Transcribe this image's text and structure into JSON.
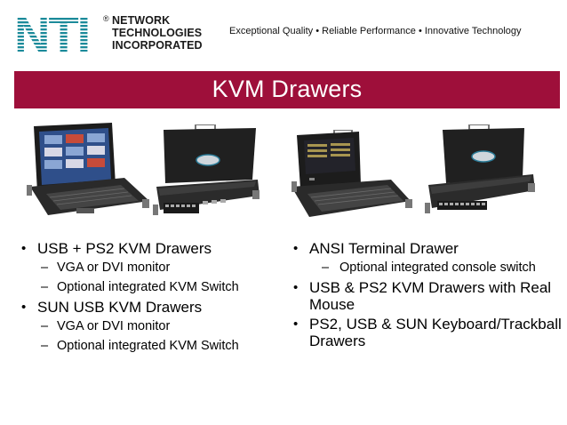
{
  "logo": {
    "mark_text": "NTI",
    "registered": "®",
    "lines": [
      "NETWORK",
      "TECHNOLOGIES",
      "INCORPORATED"
    ]
  },
  "tagline": "Exceptional Quality • Reliable Performance • Innovative Technology",
  "banner": {
    "title": "KVM Drawers"
  },
  "images": [
    "kvm-drawer-open-front-icon",
    "kvm-drawer-rear-icon",
    "terminal-drawer-open-front-icon",
    "terminal-drawer-rear-icon"
  ],
  "left_column": {
    "items": [
      {
        "label": "USB + PS2 KVM Drawers",
        "subitems": [
          "VGA or DVI monitor",
          "Optional integrated KVM Switch"
        ]
      },
      {
        "label": "SUN USB KVM Drawers",
        "subitems": [
          "VGA or DVI monitor",
          "Optional integrated KVM Switch"
        ]
      }
    ]
  },
  "right_column": {
    "items": [
      {
        "label": "ANSI Terminal Drawer",
        "subitems": [
          "Optional integrated console switch"
        ]
      },
      {
        "label": "USB & PS2 KVM Drawers with Real Mouse",
        "subitems": []
      },
      {
        "label": "PS2, USB & SUN Keyboard/Trackball Drawers",
        "subitems": []
      }
    ]
  },
  "colors": {
    "banner": "#9e0f3a",
    "logo_teal": "#1b8a9a",
    "text": "#000000"
  }
}
